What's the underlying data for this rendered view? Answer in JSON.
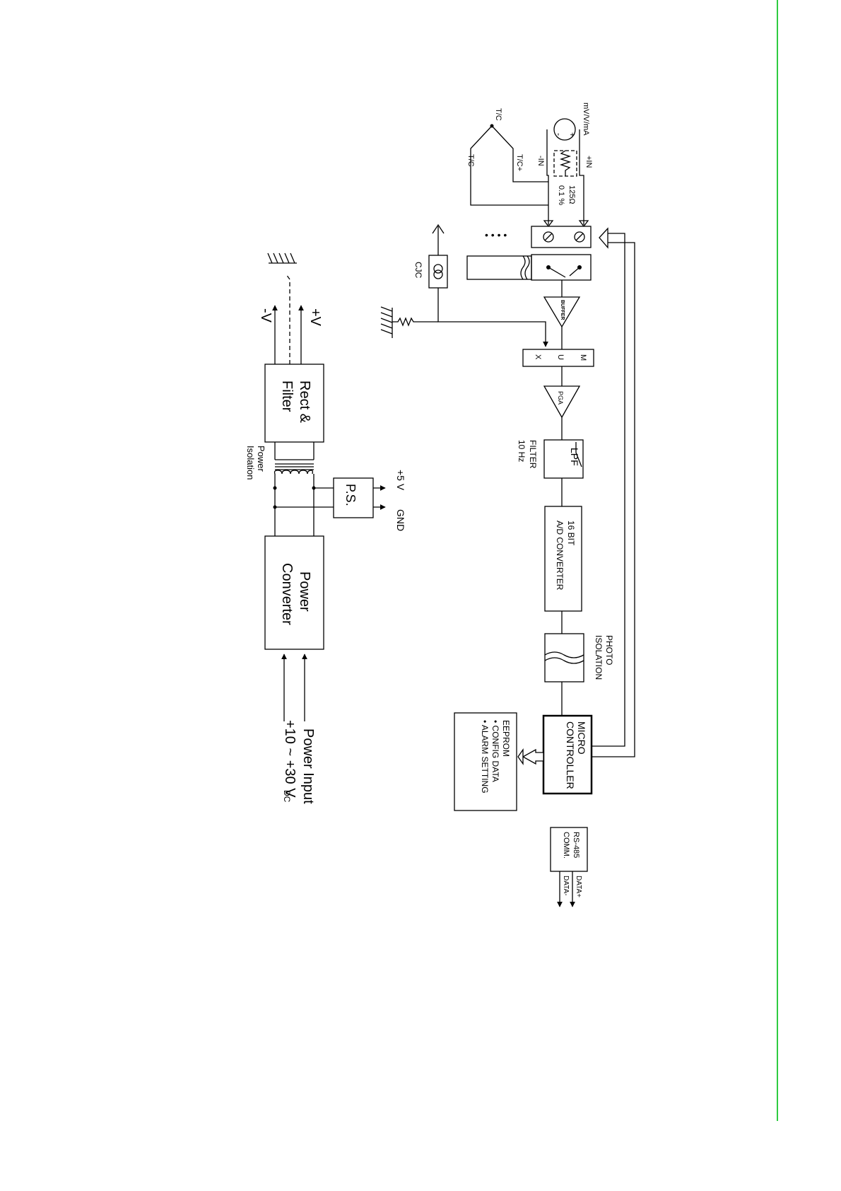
{
  "colors": {
    "accent_border": "#2ecc40",
    "ink": "#000000"
  },
  "signal_chain": {
    "input_source_label": "mV/V/mA",
    "in_plus": "+IN",
    "in_minus": "-IN",
    "shunt_value": "125Ω",
    "shunt_tol": "0.1 %",
    "tc_label": "T/C",
    "tc_plus": "T/C+",
    "tc_minus": "T/C-",
    "cjc": "CJC",
    "buffer": "BUFFER",
    "mux_m": "M",
    "mux_u": "U",
    "mux_x": "X",
    "pga": "PGA",
    "lpf": "LPF",
    "filter_label": "FILTER",
    "filter_freq": "10 Hz",
    "adc_line1": "16 BIT",
    "adc_line2": "A/D CONVERTER",
    "photo_line1": "PHOTO",
    "photo_line2": "ISOLATION",
    "mcu_line1": "MICRO",
    "mcu_line2": "CONTROLLER",
    "eeprom_title": "EEPROM",
    "eeprom_item1": "• CONFIG DATA",
    "eeprom_item2": "• ALARM SETTING",
    "rs485_line1": "RS-485",
    "rs485_line2": "COMM.",
    "data_plus": "DATA+",
    "data_minus": "DATA-"
  },
  "power_chain": {
    "plus_v": "+V",
    "minus_v": "-V",
    "rect_line1": "Rect &",
    "rect_line2": "Filter",
    "iso_line1": "Power",
    "iso_line2": "Isolation",
    "ps": "P.S.",
    "plus5v": "+5 V",
    "gnd": "GND",
    "conv_line1": "Power",
    "conv_line2": "Converter",
    "input_line1": "Power Input",
    "input_line2": "+10 ~ +30 V",
    "input_unit": "DC"
  }
}
